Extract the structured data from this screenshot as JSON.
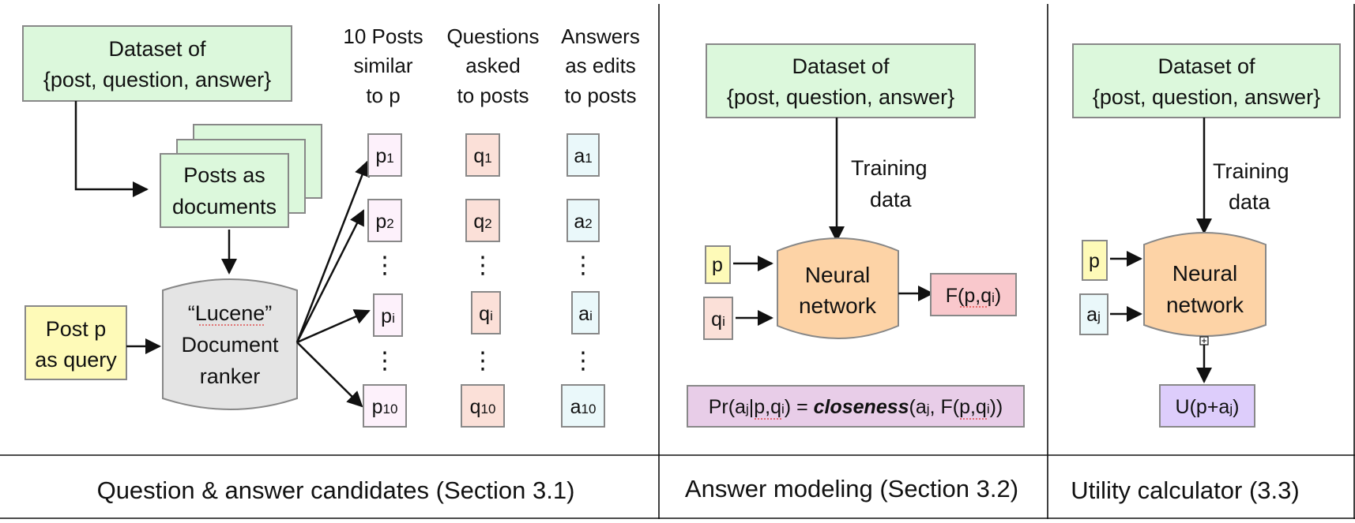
{
  "panel1": {
    "dataset": {
      "line1": "Dataset of",
      "line2": "{post, question, answer}"
    },
    "posts_docs": {
      "line1": "Posts as",
      "line2": "documents"
    },
    "query": {
      "line1": "Post p",
      "line2": "as query"
    },
    "ranker": {
      "line1": "“Lucene”",
      "line2": "Document",
      "line3": "ranker"
    },
    "col_posts": {
      "line1": "10 Posts",
      "line2": "similar",
      "line3": "to p"
    },
    "col_questions": {
      "line1": "Questions",
      "line2": "asked",
      "line3": "to posts"
    },
    "col_answers": {
      "line1": "Answers",
      "line2": "as edits",
      "line3": "to posts"
    },
    "p_items": [
      {
        "base": "p",
        "sub": "1"
      },
      {
        "base": "p",
        "sub": "2"
      },
      {
        "base": "p",
        "sub": "i"
      },
      {
        "base": "p",
        "sub": "10"
      }
    ],
    "q_items": [
      {
        "base": "q",
        "sub": "1"
      },
      {
        "base": "q",
        "sub": "2"
      },
      {
        "base": "q",
        "sub": "i"
      },
      {
        "base": "q",
        "sub": "10"
      }
    ],
    "a_items": [
      {
        "base": "a",
        "sub": "1"
      },
      {
        "base": "a",
        "sub": "2"
      },
      {
        "base": "a",
        "sub": "i"
      },
      {
        "base": "a",
        "sub": "10"
      }
    ],
    "ellipsis": "⋮",
    "caption": "Question & answer candidates (Section 3.1)"
  },
  "panel2": {
    "dataset": {
      "line1": "Dataset of",
      "line2": "{post, question, answer}"
    },
    "training": {
      "line1": "Training",
      "line2": "data"
    },
    "network": {
      "line1": "Neural",
      "line2": "network"
    },
    "input_p": "p",
    "input_q": {
      "base": "q",
      "sub": "i"
    },
    "output": {
      "prefix": "F(",
      "args": "p,q",
      "sub": "i",
      "suffix": ")"
    },
    "formula": {
      "pr": "Pr(a",
      "j": "j",
      "bar": "|",
      "cond": "p,q",
      "i": "i",
      "eq": ") = ",
      "closeness": "closeness",
      "open": "(a",
      "j2": "j",
      "comma": ", F(",
      "args": "p,q",
      "i2": "i",
      "close": "))"
    },
    "caption": "Answer modeling (Section 3.2)"
  },
  "panel3": {
    "dataset": {
      "line1": "Dataset of",
      "line2": "{post, question, answer}"
    },
    "training": {
      "line1": "Training",
      "line2": "data"
    },
    "network": {
      "line1": "Neural",
      "line2": "network"
    },
    "input_p": "p",
    "input_a": {
      "base": "a",
      "sub": "j"
    },
    "output": "U(p+a",
    "output_sub": "j",
    "output_end": ")",
    "caption": "Utility calculator (3.3)"
  },
  "colors": {
    "green": "#dcf8dc",
    "yellow": "#fefab8",
    "gray": "#e4e4e4",
    "pink_p": "#fdf1fb",
    "salmon_q": "#fbe0d8",
    "cyan_a": "#eaf8fa",
    "orange_nn": "#fdd3a6",
    "red_f": "#f9c8cc",
    "purple_formula": "#e8cde8",
    "purple_u": "#ddcdfb"
  }
}
